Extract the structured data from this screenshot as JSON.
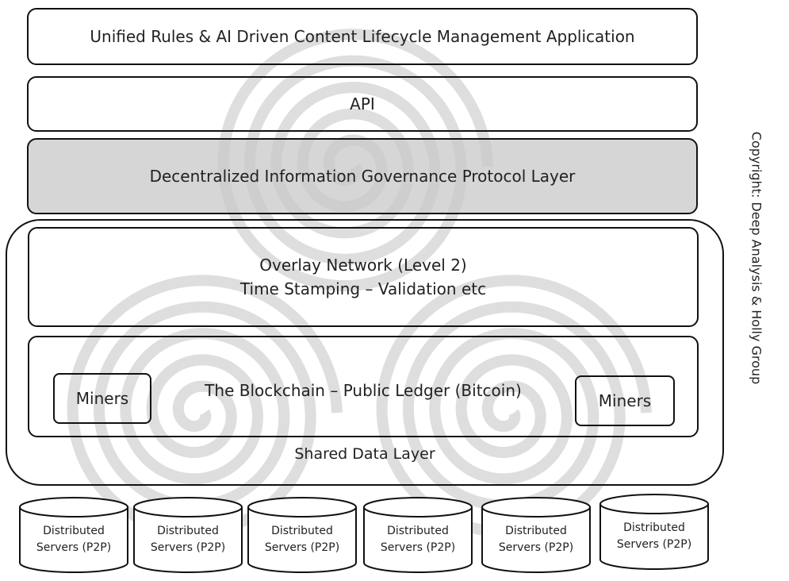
{
  "layers": {
    "application": "Unified Rules & AI Driven Content Lifecycle Management Application",
    "api": "API",
    "protocol": "Decentralized Information Governance Protocol Layer",
    "overlay_line1": "Overlay Network (Level 2)",
    "overlay_line2": "Time Stamping – Validation etc",
    "blockchain": "The Blockchain – Public Ledger (Bitcoin)",
    "miners_left": "Miners",
    "miners_right": "Miners",
    "shared_data": "Shared Data Layer"
  },
  "servers": [
    {
      "line1": "Distributed",
      "line2": "Servers (P2P)"
    },
    {
      "line1": "Distributed",
      "line2": "Servers (P2P)"
    },
    {
      "line1": "Distributed",
      "line2": "Servers (P2P)"
    },
    {
      "line1": "Distributed",
      "line2": "Servers (P2P)"
    },
    {
      "line1": "Distributed",
      "line2": "Servers (P2P)"
    },
    {
      "line1": "Distributed",
      "line2": "Servers (P2P)"
    }
  ],
  "copyright": "Copyright: Deep Analysis & Holly Group",
  "colors": {
    "protocol_fill": "#d8d8d8",
    "watermark": "#dedede",
    "border": "#111111"
  }
}
